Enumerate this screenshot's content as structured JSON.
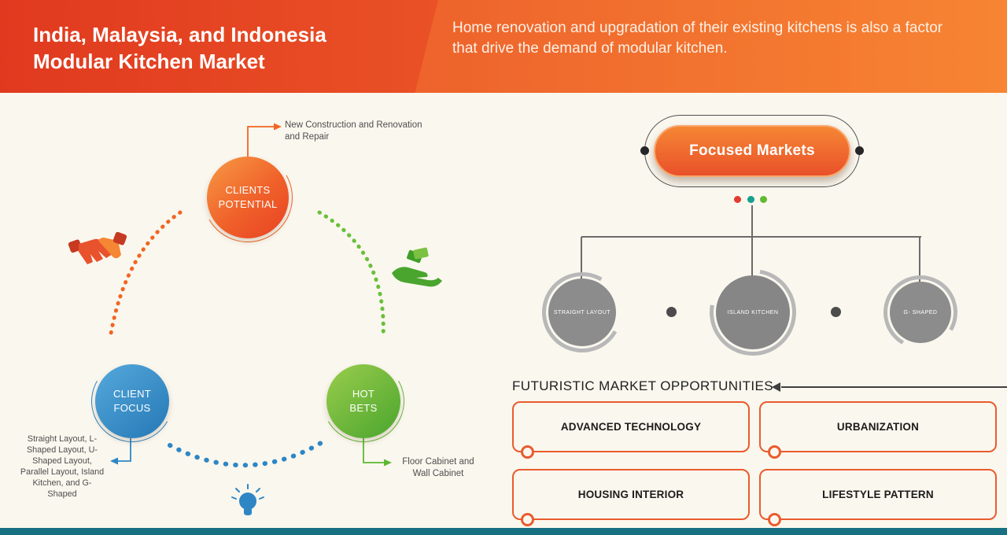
{
  "colors": {
    "header_red": "#e0391f",
    "header_orange": "#f57b2e",
    "accent_orange": "#f26522",
    "blue": "#2e86c5",
    "green": "#5cb832",
    "node_gray": "#8c8c8c",
    "footer_teal": "#177182",
    "background": "#faf7ee"
  },
  "header": {
    "title": "India, Malaysia, and Indonesia Modular Kitchen Market",
    "subtitle": "Home renovation and upgradation of their existing kitchens is also a factor that drive the demand of modular kitchen."
  },
  "ecosystem": {
    "clients_potential": {
      "label": "CLIENTS POTENTIAL",
      "note": "New Construction and Renovation and Repair"
    },
    "client_focus": {
      "label": "CLIENT FOCUS",
      "note": "Straight Layout, L-Shaped Layout, U-Shaped Layout, Parallel Layout, Island Kitchen, and G-Shaped"
    },
    "hot_bets": {
      "label": "HOT BETS",
      "note": "Floor Cabinet and Wall Cabinet"
    },
    "icons": {
      "handshake": "handshake-icon",
      "money_hand": "money-hand-icon",
      "bulb": "bulb-icon"
    }
  },
  "focused_markets": {
    "title": "Focused Markets",
    "nodes": [
      {
        "label": "STRAIGHT LAYOUT"
      },
      {
        "label": "ISLAND KITCHEN"
      },
      {
        "label": "G- SHAPED"
      }
    ]
  },
  "opportunities": {
    "title": "FUTURISTIC MARKET OPPORTUNITIES",
    "items": [
      {
        "label": "ADVANCED TECHNOLOGY"
      },
      {
        "label": "URBANIZATION"
      },
      {
        "label": "HOUSING INTERIOR"
      },
      {
        "label": "LIFESTYLE PATTERN"
      }
    ]
  }
}
